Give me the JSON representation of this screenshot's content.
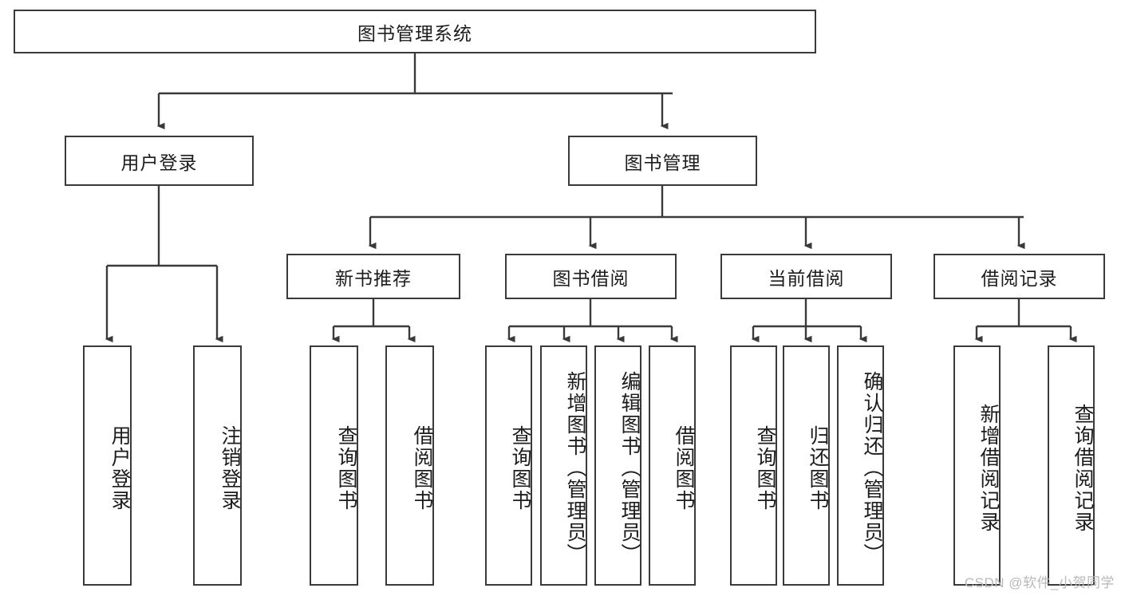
{
  "diagram": {
    "title": "图书管理系统",
    "type": "functional-decomposition-tree",
    "root": {
      "label": "图书管理系统"
    },
    "level2": [
      {
        "label": "用户登录"
      },
      {
        "label": "图书管理"
      }
    ],
    "level3": [
      {
        "label": "新书推荐"
      },
      {
        "label": "图书借阅"
      },
      {
        "label": "当前借阅"
      },
      {
        "label": "借阅记录"
      }
    ],
    "leaves": {
      "user_login": [
        {
          "label": "用户登录"
        },
        {
          "label": "注销登录"
        }
      ],
      "new_book_recommend": [
        {
          "label": "查询图书"
        },
        {
          "label": "借阅图书"
        }
      ],
      "book_borrow": [
        {
          "label": "查询图书"
        },
        {
          "label": "新增图书（管理员）"
        },
        {
          "label": "编辑图书（管理员）"
        },
        {
          "label": "借阅图书"
        }
      ],
      "current_borrow": [
        {
          "label": "查询图书"
        },
        {
          "label": "归还图书"
        },
        {
          "label": "确认归还（管理员）"
        }
      ],
      "borrow_record": [
        {
          "label": "新增借阅记录"
        },
        {
          "label": "查询借阅记录"
        }
      ]
    }
  },
  "watermark": {
    "text": "CSDN @软件_小贺同学"
  },
  "colors": {
    "border": "#3a3a3a",
    "background": "#ffffff",
    "text": "#1c1c1c",
    "watermark": "#b9b9b9"
  }
}
